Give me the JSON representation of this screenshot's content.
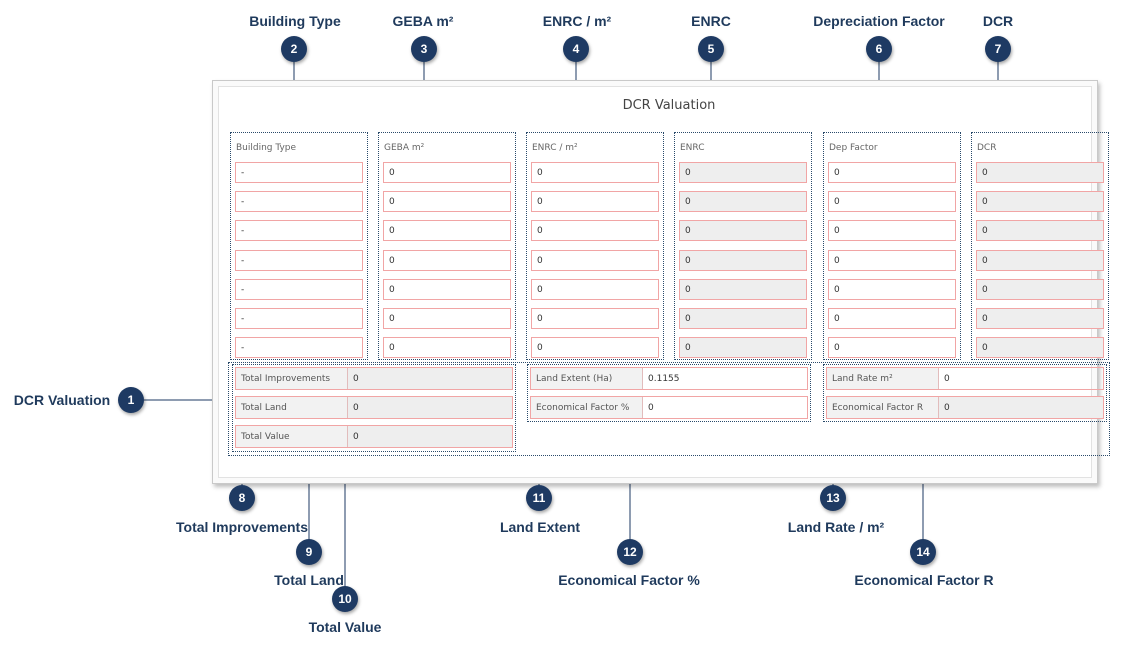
{
  "callouts": [
    {
      "id": "1",
      "label": "DCR Valuation"
    },
    {
      "id": "2",
      "label": "Building Type"
    },
    {
      "id": "3",
      "label": "GEBA m²"
    },
    {
      "id": "4",
      "label": "ENRC / m²"
    },
    {
      "id": "5",
      "label": "ENRC"
    },
    {
      "id": "6",
      "label": "Depreciation Factor"
    },
    {
      "id": "7",
      "label": "DCR"
    },
    {
      "id": "8",
      "label": "Total Improvements"
    },
    {
      "id": "9",
      "label": "Total Land"
    },
    {
      "id": "10",
      "label": "Total Value"
    },
    {
      "id": "11",
      "label": "Land Extent"
    },
    {
      "id": "12",
      "label": "Economical Factor %"
    },
    {
      "id": "13",
      "label": "Land Rate / m²"
    },
    {
      "id": "14",
      "label": "Economical Factor R"
    }
  ],
  "panel": {
    "title": "DCR Valuation",
    "columns": [
      {
        "header": "Building Type",
        "cells": [
          "-",
          "-",
          "-",
          "-",
          "-",
          "-",
          "-"
        ],
        "readonly": false
      },
      {
        "header": "GEBA m²",
        "cells": [
          "0",
          "0",
          "0",
          "0",
          "0",
          "0",
          "0"
        ],
        "readonly": false
      },
      {
        "header": "ENRC / m²",
        "cells": [
          "0",
          "0",
          "0",
          "0",
          "0",
          "0",
          "0"
        ],
        "readonly": false
      },
      {
        "header": "ENRC",
        "cells": [
          "0",
          "0",
          "0",
          "0",
          "0",
          "0",
          "0"
        ],
        "readonly": true
      },
      {
        "header": "Dep Factor",
        "cells": [
          "0",
          "0",
          "0",
          "0",
          "0",
          "0",
          "0"
        ],
        "readonly": false
      },
      {
        "header": "DCR",
        "cells": [
          "0",
          "0",
          "0",
          "0",
          "0",
          "0",
          "0"
        ],
        "readonly": true
      }
    ],
    "summary": {
      "total_improvements": {
        "label": "Total Improvements",
        "value": "0"
      },
      "total_land": {
        "label": "Total Land",
        "value": "0"
      },
      "total_value": {
        "label": "Total Value",
        "value": "0"
      },
      "land_extent": {
        "label": "Land Extent (Ha)",
        "value": "0.1155"
      },
      "economical_factor_pct": {
        "label": "Economical Factor %",
        "value": "0"
      },
      "land_rate": {
        "label": "Land Rate m²",
        "value": "0"
      },
      "economical_factor_r": {
        "label": "Economical Factor R",
        "value": "0"
      }
    }
  },
  "colors": {
    "badge": "#1e3a63",
    "label": "#1f3a5c",
    "cell_border": "#f1a5a5"
  }
}
